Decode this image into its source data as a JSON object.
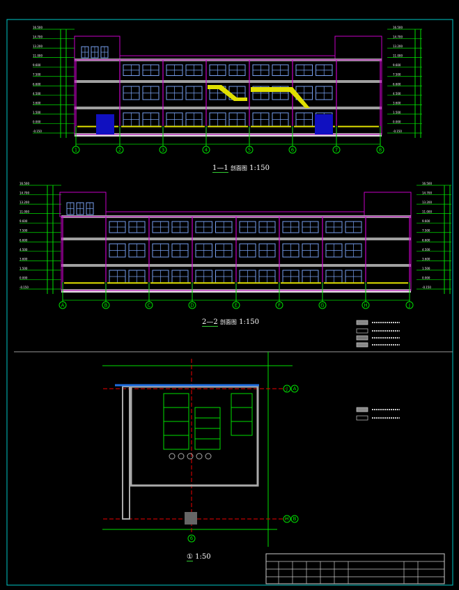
{
  "section_1": {
    "title_num": "1—1",
    "title_name": "剖面图",
    "title_scale": "1:150",
    "axes": [
      "1",
      "2",
      "3",
      "4",
      "5",
      "6",
      "7",
      "8"
    ],
    "elevations": [
      "16.500",
      "14.700",
      "13.200",
      "11.000",
      "9.600",
      "7.500",
      "6.600",
      "4.500",
      "3.600",
      "1.500",
      "0.000",
      "-0.150"
    ]
  },
  "section_2": {
    "title_num": "2—2",
    "title_name": "剖面图",
    "title_scale": "1:150",
    "axes": [
      "A",
      "B",
      "C",
      "D",
      "E",
      "F",
      "G",
      "H",
      "J"
    ],
    "elevations": [
      "16.500",
      "14.700",
      "13.200",
      "11.000",
      "9.600",
      "7.500",
      "6.600",
      "4.500",
      "3.600",
      "1.500",
      "0.000",
      "-0.150"
    ]
  },
  "plan": {
    "title_num": "①",
    "title_scale": "1:50",
    "axis_bottom": "6",
    "axis_right_top": [
      "J",
      "A"
    ],
    "axis_right_bottom": [
      "H",
      "B"
    ]
  },
  "colors": {
    "background": "#000000",
    "frame": "#00c8c8",
    "wall": "#c800c8",
    "window": "#78a0f0",
    "axis": "#00e000",
    "slab": "#a0a0a0",
    "stair": "#e0e000",
    "door": "#1010c0"
  }
}
